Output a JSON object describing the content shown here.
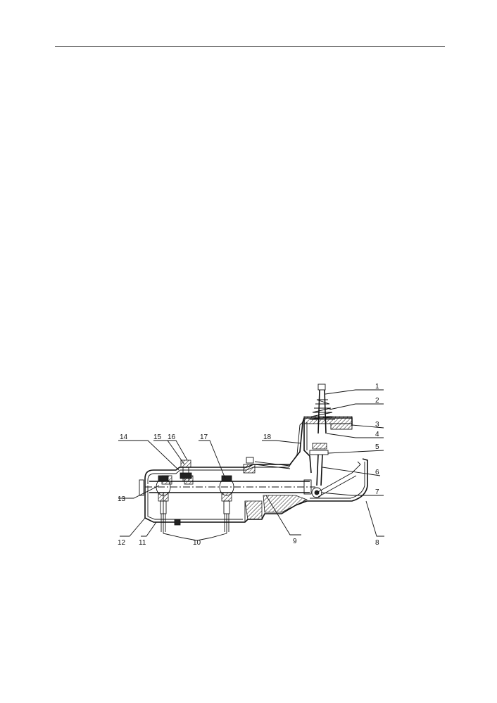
{
  "page": {
    "has_top_rule": true
  },
  "diagram": {
    "type": "mechanical-cross-section",
    "callouts": [
      "1",
      "2",
      "3",
      "4",
      "5",
      "6",
      "7",
      "8",
      "9",
      "10",
      "11",
      "12",
      "13",
      "14",
      "15",
      "16",
      "17",
      "18"
    ]
  }
}
